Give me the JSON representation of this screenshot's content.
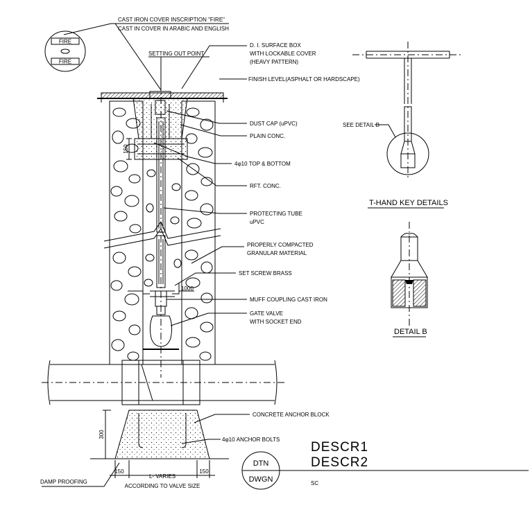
{
  "labels": {
    "cover_inscription": "CAST IRON COVER INSCRIPTION \"FIRE\"",
    "cover_languages": "CAST IN COVER IN ARABIC AND ENGLISH",
    "surface_box_1": "D. I. SURFACE BOX",
    "surface_box_2": "WITH LOCKABLE COVER",
    "surface_box_3": "(HEAVY PATTERN)",
    "setting_out": "SETTING OUT POINT",
    "finish_level": "FINISH LEVEL(ASPHALT OR HARDSCAPE)",
    "dust_cap": "DUST CAP (uPVC)",
    "plain_conc": "PLAIN CONC.",
    "rebar": "4φ10 TOP & BOTTOM",
    "rft_conc": "RFT. CONC.",
    "protecting_tube_1": "PROTECTING TUBE",
    "protecting_tube_2": "uPVC",
    "granular_1": "PROPERLY COMPACTED",
    "granular_2": "GRANULAR MATERIAL",
    "set_screw": "SET SCREW BRASS",
    "muff_coupling": "MUFF COUPLING CAST IRON",
    "gate_valve_1": "GATE VALVE",
    "gate_valve_2": "WITH SOCKET END",
    "anchor_block": "CONCRETE ANCHOR BLOCK",
    "anchor_bolts": "4φ10 ANCHOR BOLTS",
    "damp_proofing": "DAMP PROOFING",
    "valve_size": "ACCORDING TO VALVE SIZE",
    "see_detail": "SEE DETAIL B",
    "t_hand_key": "T-HAND KEY DETAILS",
    "detail_b": "DETAIL B",
    "fire_1": "FIRE",
    "fire_2": "FIRE"
  },
  "dimensions": {
    "d150_block": "150",
    "d1000": "1000",
    "d300": "300",
    "d150_left": "150",
    "d150_right": "150",
    "l_varies": "L- VARIES"
  },
  "title_block": {
    "descr1": "DESCR1",
    "descr2": "DESCR2",
    "dtn": "DTN",
    "dwgn": "DWGN",
    "sc": "SC"
  }
}
